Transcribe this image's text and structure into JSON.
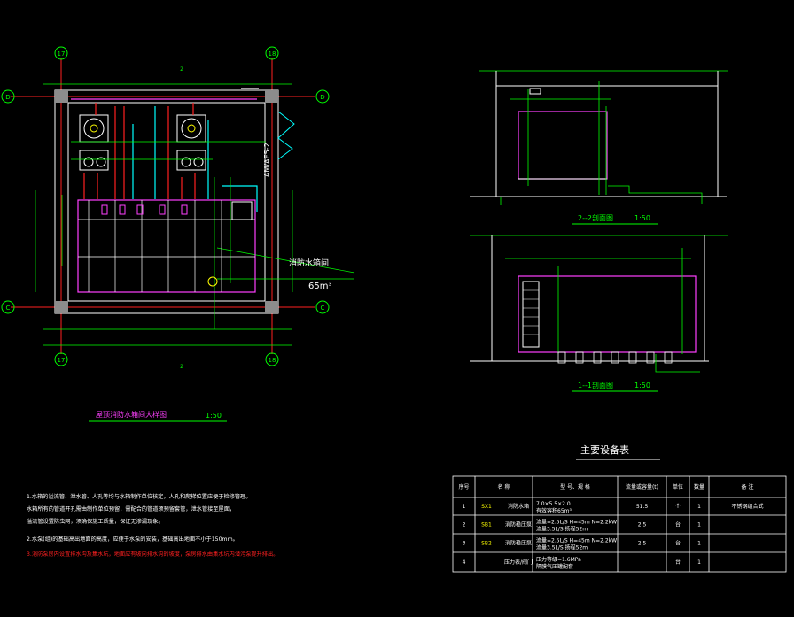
{
  "colors": {
    "background": "#000000",
    "green": "#00ff00",
    "red": "#ff2020",
    "magenta": "#ff40ff",
    "white": "#ffffff",
    "yellow": "#ffff00",
    "cyan": "#00ffff",
    "grey": "#8c8c8c"
  },
  "plan": {
    "axis_17": "17",
    "axis_18": "18",
    "axis_d": "D",
    "axis_c": "C",
    "section_mark": "2",
    "tank_label": "消防水箱间",
    "tank_volume": "65m³",
    "wall_ref": "AM/AE5-2",
    "title": "屋顶消防水箱间大样图",
    "scale": "1:50"
  },
  "section22": {
    "title": "2--2剖面图",
    "scale": "1:50"
  },
  "section11": {
    "title": "1--1剖面图",
    "scale": "1:50"
  },
  "notes": {
    "line1": "1.水箱的溢流管、泄水管、人孔等均与水箱制作单位核定，人孔和爬梯位置应便于检修管理。",
    "line2": "  水箱所有的管道开孔需由制作单位预留，需配合的管道须预留套管，泄水管接至屋面，",
    "line3": "  溢流管设置防虫网，须确保施工质量，保证无渗漏现象。",
    "line4": "2.水泵(组)的基础高出地面的高度，应便于水泵的安装，基础高出地面不小于150mm。",
    "line5": "3.消防泵房内设置排水沟及集水坑，地面应有坡向排水沟的坡度，泵房排水由集水坑内潜污泵提升排出。"
  },
  "equipment": {
    "title": "主要设备表",
    "headers": [
      "序号",
      "名 称",
      "型 号、规 格",
      "流量或容量(t)",
      "单位",
      "数量",
      "备 注"
    ],
    "rows": [
      {
        "no": "1",
        "code": "SX1",
        "name": "消防水箱",
        "spec1": "7.0×5.5×2.0",
        "spec2": "有效容积65m³",
        "cap": "51.5",
        "unit": "个",
        "qty": "1",
        "note": "不锈钢组合式"
      },
      {
        "no": "2",
        "code": "SB1",
        "name": "消防稳压泵",
        "spec1": "流量=2.5L/S H=45m N=2.2kW",
        "spec2": "流量3.5L/S 扬程52m",
        "cap": "2.5",
        "unit": "台",
        "qty": "1",
        "note": ""
      },
      {
        "no": "3",
        "code": "SB2",
        "name": "消防稳压泵",
        "spec1": "流量=2.5L/S H=45m N=2.2kW",
        "spec2": "流量3.5L/S 扬程52m",
        "cap": "2.5",
        "unit": "台",
        "qty": "1",
        "note": ""
      },
      {
        "no": "4",
        "code": "",
        "name": "压力表/阀门",
        "spec1": "压力等级=1.6MPa",
        "spec2": "隔膜气压罐配套",
        "cap": "",
        "unit": "台",
        "qty": "1",
        "note": ""
      }
    ]
  },
  "chart_data": {
    "type": "table",
    "title": "主要设备表",
    "columns": [
      "序号",
      "名 称",
      "型 号、规 格",
      "流量或容量(t)",
      "单位",
      "数量",
      "备 注"
    ]
  }
}
